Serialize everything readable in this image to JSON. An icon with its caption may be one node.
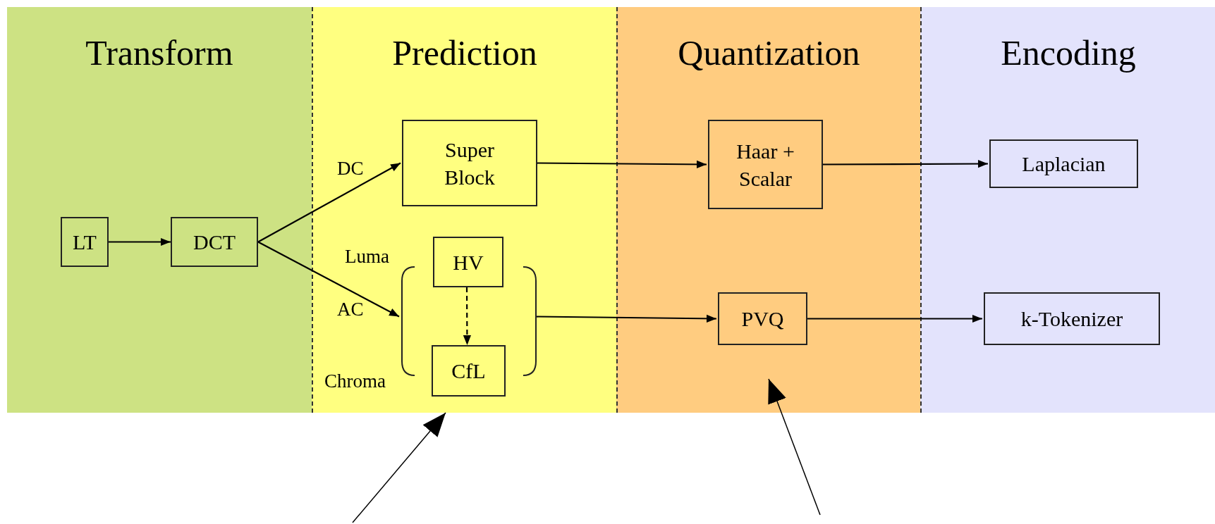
{
  "diagram": {
    "nodes": [
      {
        "text": [
          "Transform"
        ]
      },
      {
        "text": [
          "Prediction"
        ]
      },
      {
        "text": [
          "Quantization"
        ]
      },
      {
        "text": [
          "Encoding"
        ]
      },
      {
        "text": [
          "LT"
        ],
        "in": 0
      },
      {
        "text": [
          "DCT"
        ],
        "in": 0
      },
      {
        "text": [
          "Super Block"
        ],
        "in": 1
      },
      {
        "text": [],
        "shape": "bracket",
        "in": 1
      },
      {
        "text": [
          "HV"
        ],
        "in": 7,
        "beside": [
          "Luma"
        ]
      },
      {
        "text": [
          "CfL"
        ],
        "in": 7,
        "beside": [
          "Chroma"
        ]
      },
      {
        "text": [
          "Haar + Scalar"
        ],
        "in": 2
      },
      {
        "text": [
          "PVQ"
        ],
        "in": 2
      },
      {
        "text": [
          "Laplacian"
        ],
        "in": 3
      },
      {
        "text": [
          "k-Tokenizer"
        ],
        "in": 3
      }
    ],
    "edges": [
      {
        "from": 4,
        "to": 5,
        "arrow": "to"
      },
      {
        "from": 5,
        "to": 6,
        "arrow": "to",
        "label": "DC"
      },
      {
        "from": 5,
        "to": 7,
        "arrow": "to",
        "label": "AC"
      },
      {
        "from": 8,
        "to": 9,
        "arrow": "to",
        "style": "dashed"
      },
      {
        "from": 6,
        "to": 10,
        "arrow": "to"
      },
      {
        "from": 7,
        "to": 11,
        "arrow": "to"
      },
      {
        "from": 10,
        "to": 12,
        "arrow": "to"
      },
      {
        "from": 11,
        "to": 13,
        "arrow": "to"
      },
      {
        "from": null,
        "to": 1,
        "arrow": "to"
      },
      {
        "from": null,
        "to": 2,
        "arrow": "to"
      }
    ]
  }
}
